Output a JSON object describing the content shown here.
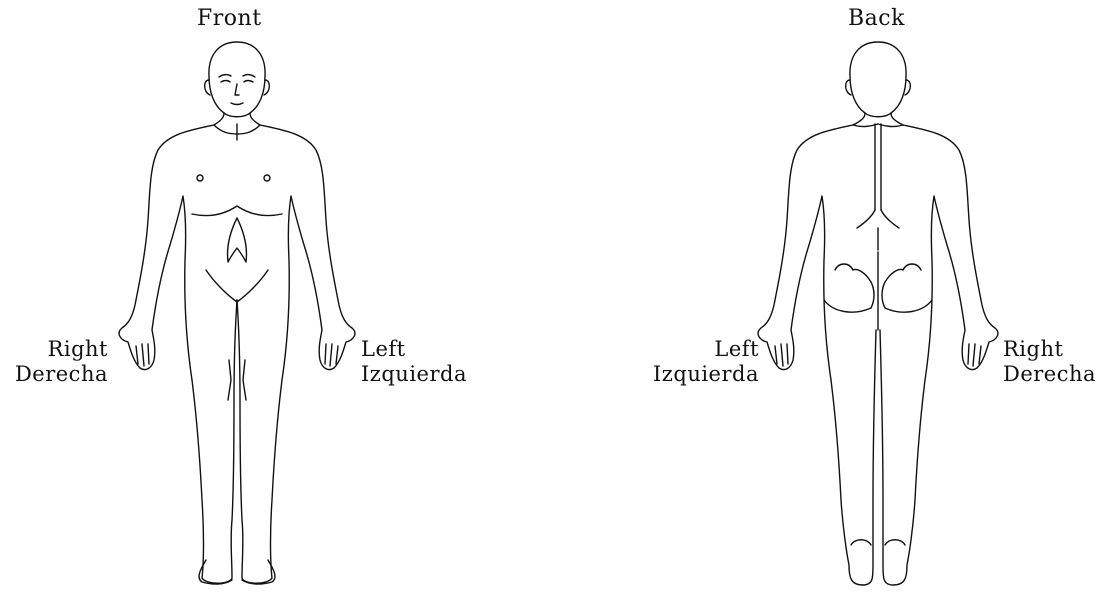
{
  "front": {
    "title": "Front",
    "right_label": {
      "en": "Right",
      "es": "Derecha"
    },
    "left_label": {
      "en": "Left",
      "es": "Izquierda"
    }
  },
  "back": {
    "title": "Back",
    "left_label": {
      "en": "Left",
      "es": "Izquierda"
    },
    "right_label": {
      "en": "Right",
      "es": "Derecha"
    }
  },
  "colors": {
    "line": "#111111",
    "background": "#ffffff"
  }
}
